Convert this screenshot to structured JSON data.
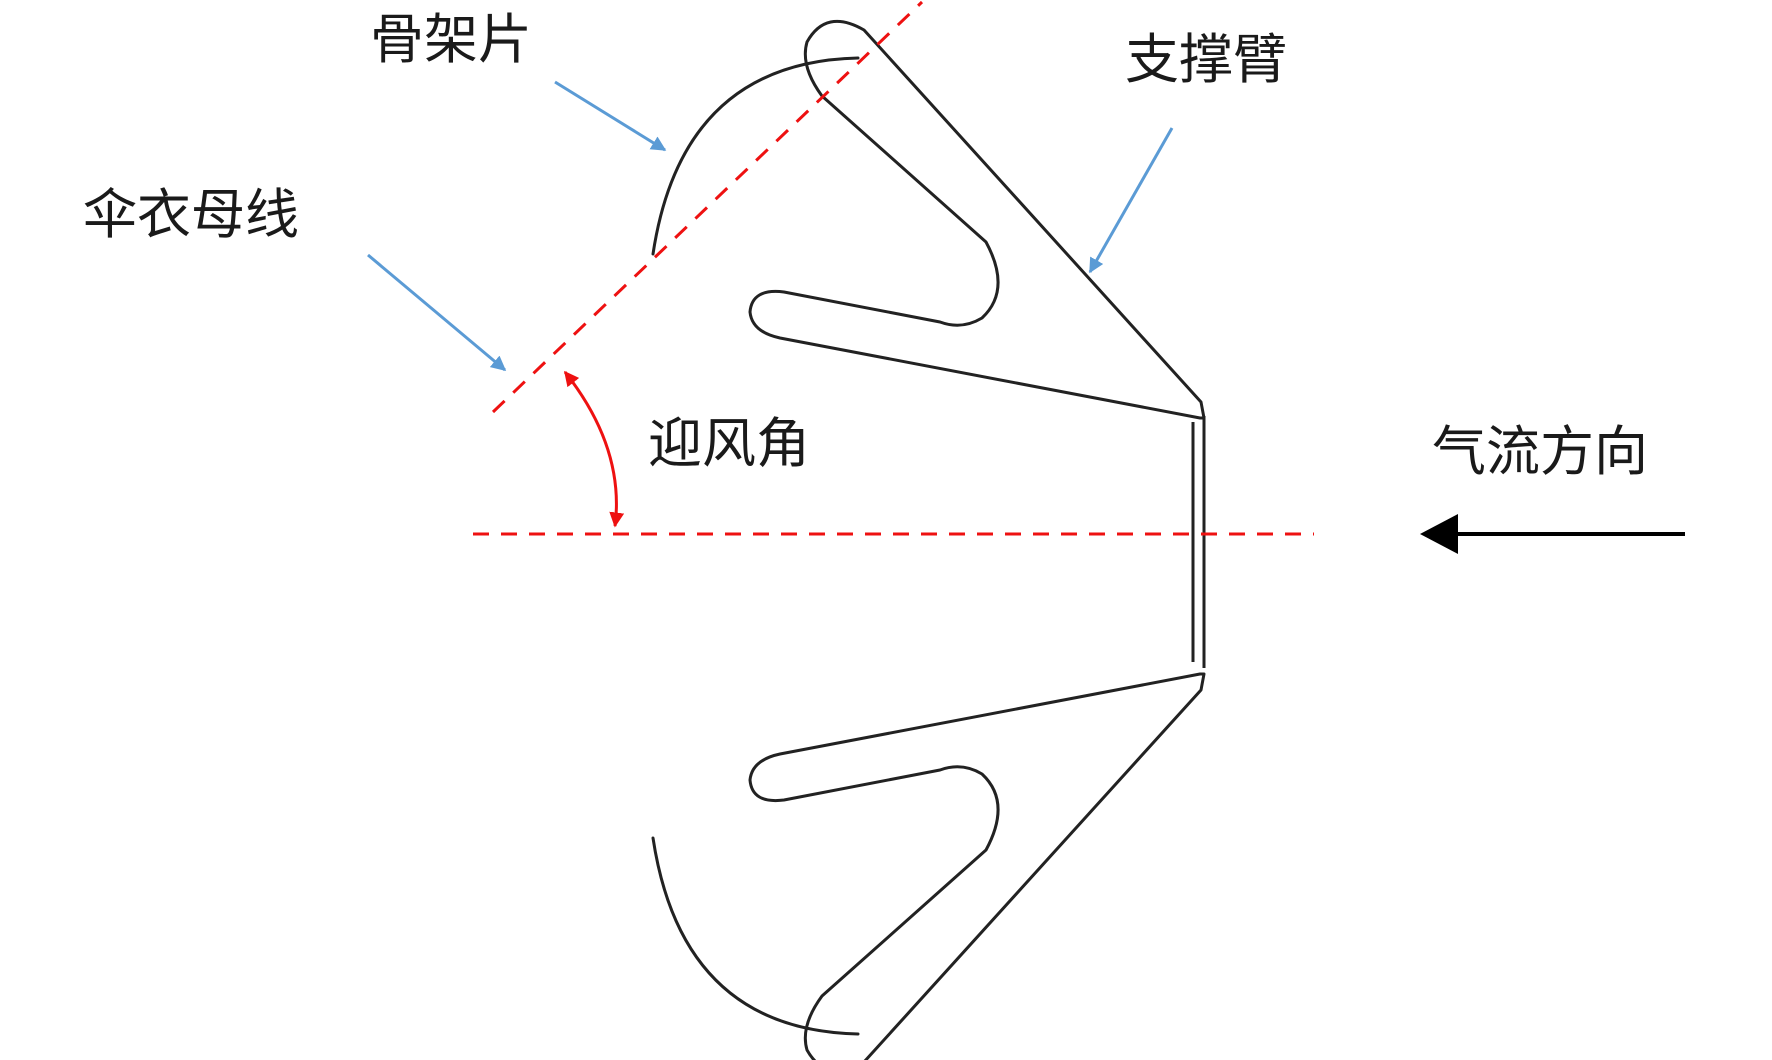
{
  "labels": {
    "skeleton_piece": "骨架片",
    "support_arm": "支撑臂",
    "canopy_generatrix": "伞衣母线",
    "angle_of_attack": "迎风角",
    "airflow_direction": "气流方向"
  },
  "colors": {
    "outline": "#222222",
    "leader_arrow": "#5b9bd5",
    "reference_line": "#ee1111",
    "flow_arrow": "#000000"
  }
}
